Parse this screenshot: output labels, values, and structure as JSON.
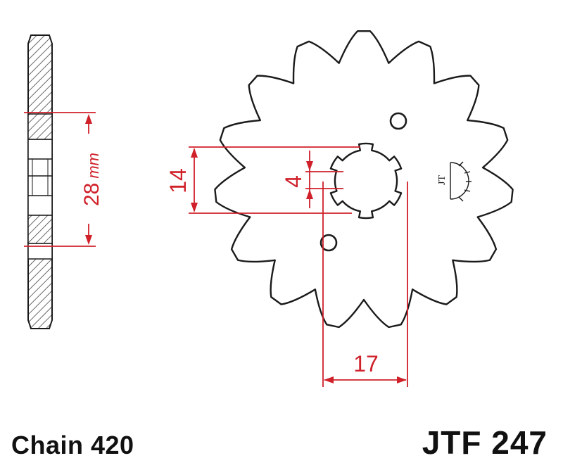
{
  "diagram": {
    "dimensions": {
      "hub_height": "14",
      "keyway": "4",
      "spline_width": "17",
      "side_width": "28",
      "side_width_unit": "mm"
    },
    "labels": {
      "chain": "Chain 420",
      "part_number": "JTF 247"
    },
    "teeth": 15,
    "colors": {
      "outline": "#1a1a1a",
      "dimension": "#d0202a",
      "hatch": "#444444"
    }
  }
}
